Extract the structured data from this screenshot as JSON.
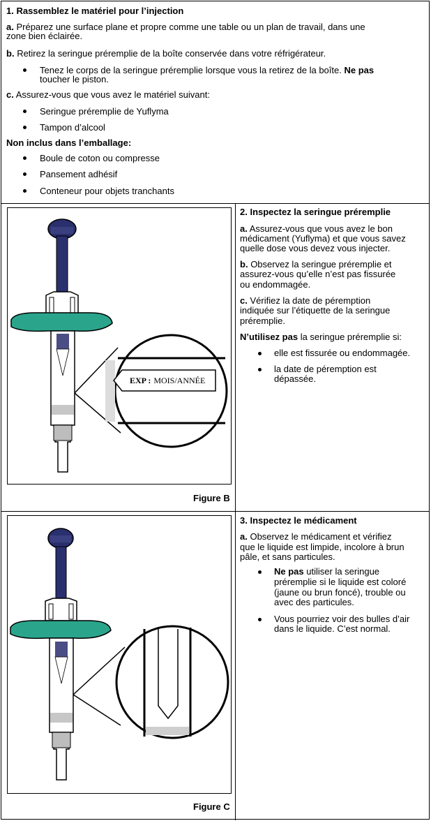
{
  "section1": {
    "title": "1. Rassemblez le matériel pour l’injection",
    "a_label": "a.",
    "a_text_1": "Préparez une surface plane et propre comme une table ou un plan de travail, dans une",
    "a_text_2": "zone bien éclairée.",
    "b_label": "b.",
    "b_text": "Retirez la seringue préremplie de la boîte conservée dans votre réfrigérateur.",
    "b_bullet_1": "Tenez le corps de la seringue préremplie lorsque vous la retirez de la boîte.",
    "b_bullet_bold": "Ne pas",
    "b_bullet_2": "toucher le piston.",
    "c_label": "c.",
    "c_text": "Assurez-vous que vous avez le matériel suivant:",
    "items": [
      "Seringue préremplie de Yuflyma",
      "Tampon d’alcool"
    ],
    "not_included_title": "Non inclus dans l’emballage:",
    "not_included": [
      "Boule de coton ou compresse",
      "Pansement adhésif",
      "Conteneur pour objets tranchants"
    ]
  },
  "section2": {
    "title": "2. Inspectez la seringue préremplie",
    "a_label": "a.",
    "a_lines": [
      "Assurez-vous que vous avez le bon",
      "médicament (Yuflyma) et que vous savez",
      "quelle dose vous devez vous injecter."
    ],
    "b_label": "b.",
    "b_lines": [
      "Observez la seringue préremplie et",
      "assurez-vous qu’elle n’est pas fissurée",
      "ou endommagée."
    ],
    "c_label": "c.",
    "c_lines": [
      "Vérifiez la date de péremption",
      "indiquée sur l’étiquette de la seringue",
      "préremplie."
    ],
    "warn_bold": "N’utilisez pas",
    "warn_text": "la seringue préremplie si:",
    "warn_bullets": [
      [
        "elle est fissurée ou endommagée."
      ],
      [
        "la date de péremption est",
        "dépassée."
      ]
    ],
    "figure_label": "Figure B",
    "exp_bold": "EXP :",
    "exp_text": "MOIS/ANNÉE"
  },
  "section3": {
    "title": "3. Inspectez le médicament",
    "a_label": "a.",
    "a_lines": [
      "Observez le médicament et vérifiez",
      "que le liquide est limpide, incolore à brun",
      "pâle, et sans particules."
    ],
    "bullet1_bold": "Ne pas",
    "bullet1_first": "utiliser la seringue",
    "bullet1_lines": [
      "préremplie si le liquide est coloré",
      "(jaune ou brun foncé), trouble ou",
      "avec des particules."
    ],
    "bullet2_lines": [
      "Vous pourriez voir des bulles d’air",
      "dans le liquide. C’est normal."
    ],
    "figure_label": "Figure C"
  },
  "colors": {
    "plunger": "#2a2f6e",
    "flange": "#2aa58c",
    "border": "#000000"
  }
}
